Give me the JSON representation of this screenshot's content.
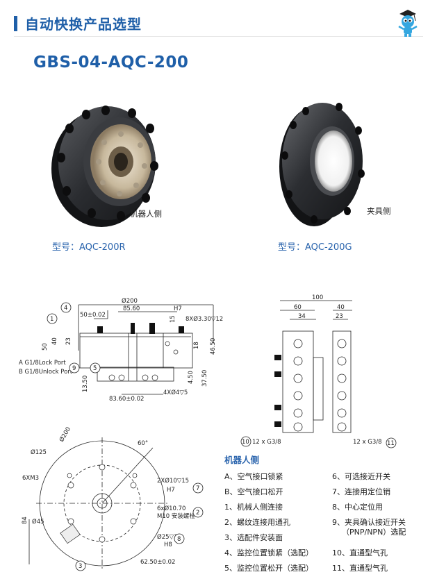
{
  "header": {
    "title": "自动快换产品选型"
  },
  "model": {
    "title": "GBS-04-AQC-200"
  },
  "products": [
    {
      "caption": "机器人侧",
      "model_label": "型号：AQC-200R"
    },
    {
      "caption": "夹具侧",
      "model_label": "型号：AQC-200G"
    }
  ],
  "front_drawing": {
    "labels": {
      "diameter": "Ø200",
      "w50": "50±0.02",
      "w8560": "85.60",
      "h7": "H7",
      "holes": "8XØ3.30▽12",
      "port_a": "A G1/8Lock Port",
      "port_b": "B G1/8Unlock Port",
      "bottom": "83.60±0.02",
      "holes2": "4XØ4▽5"
    },
    "heights": {
      "h50": "50",
      "h40": "40",
      "h23": "23",
      "h1350": "13.50",
      "h15": "15",
      "h18": "18",
      "h4650": "46.50",
      "h450": "4.50",
      "h3750": "37.50"
    },
    "callouts": {
      "c1": "1",
      "c4": "4",
      "c5": "5",
      "c9": "9"
    }
  },
  "side_drawing": {
    "labels": {
      "w100": "100",
      "w60": "60",
      "w40": "40",
      "w34": "34",
      "w23": "23",
      "left_port": "12 x G3/8",
      "right_port": "12 x G3/8"
    },
    "callouts": {
      "c10": "10",
      "c11": "11"
    }
  },
  "bottom_drawing": {
    "labels": {
      "d200": "Ø200",
      "d125": "Ø125",
      "m3": "6XM3",
      "angle": "60°",
      "d10": "2XØ10▽15",
      "h7": "H7",
      "d1070": "6xØ10.70",
      "m10": "M10 安装螺栓",
      "d25": "Ø25▽3",
      "h8": "H8",
      "d45": "Ø45",
      "h84": "84",
      "w6250": "62.50±0.02"
    },
    "callouts": {
      "c2": "2",
      "c3": "3",
      "c7": "7",
      "c8": "8"
    }
  },
  "legend": {
    "title": "机器人侧",
    "left": [
      "A、空气接口锁紧",
      "B、空气接口松开",
      "1、机械人侧连接",
      "2、螺纹连接用通孔",
      "3、选配件安装面",
      "4、监控位置锁紧（选配）",
      "5、监控位置松开（选配）"
    ],
    "right": [
      "6、可选接近开关",
      "7、连接用定位销",
      "8、中心定位用",
      "9、夹具确认接近开关",
      "（PNP/NPN）选配",
      "10、直通型气孔",
      "11、直通型气孔"
    ]
  },
  "colors": {
    "brand_blue": "#1f5fa8",
    "accent_blue": "#2a64ad",
    "steel": "#2b2d31"
  }
}
